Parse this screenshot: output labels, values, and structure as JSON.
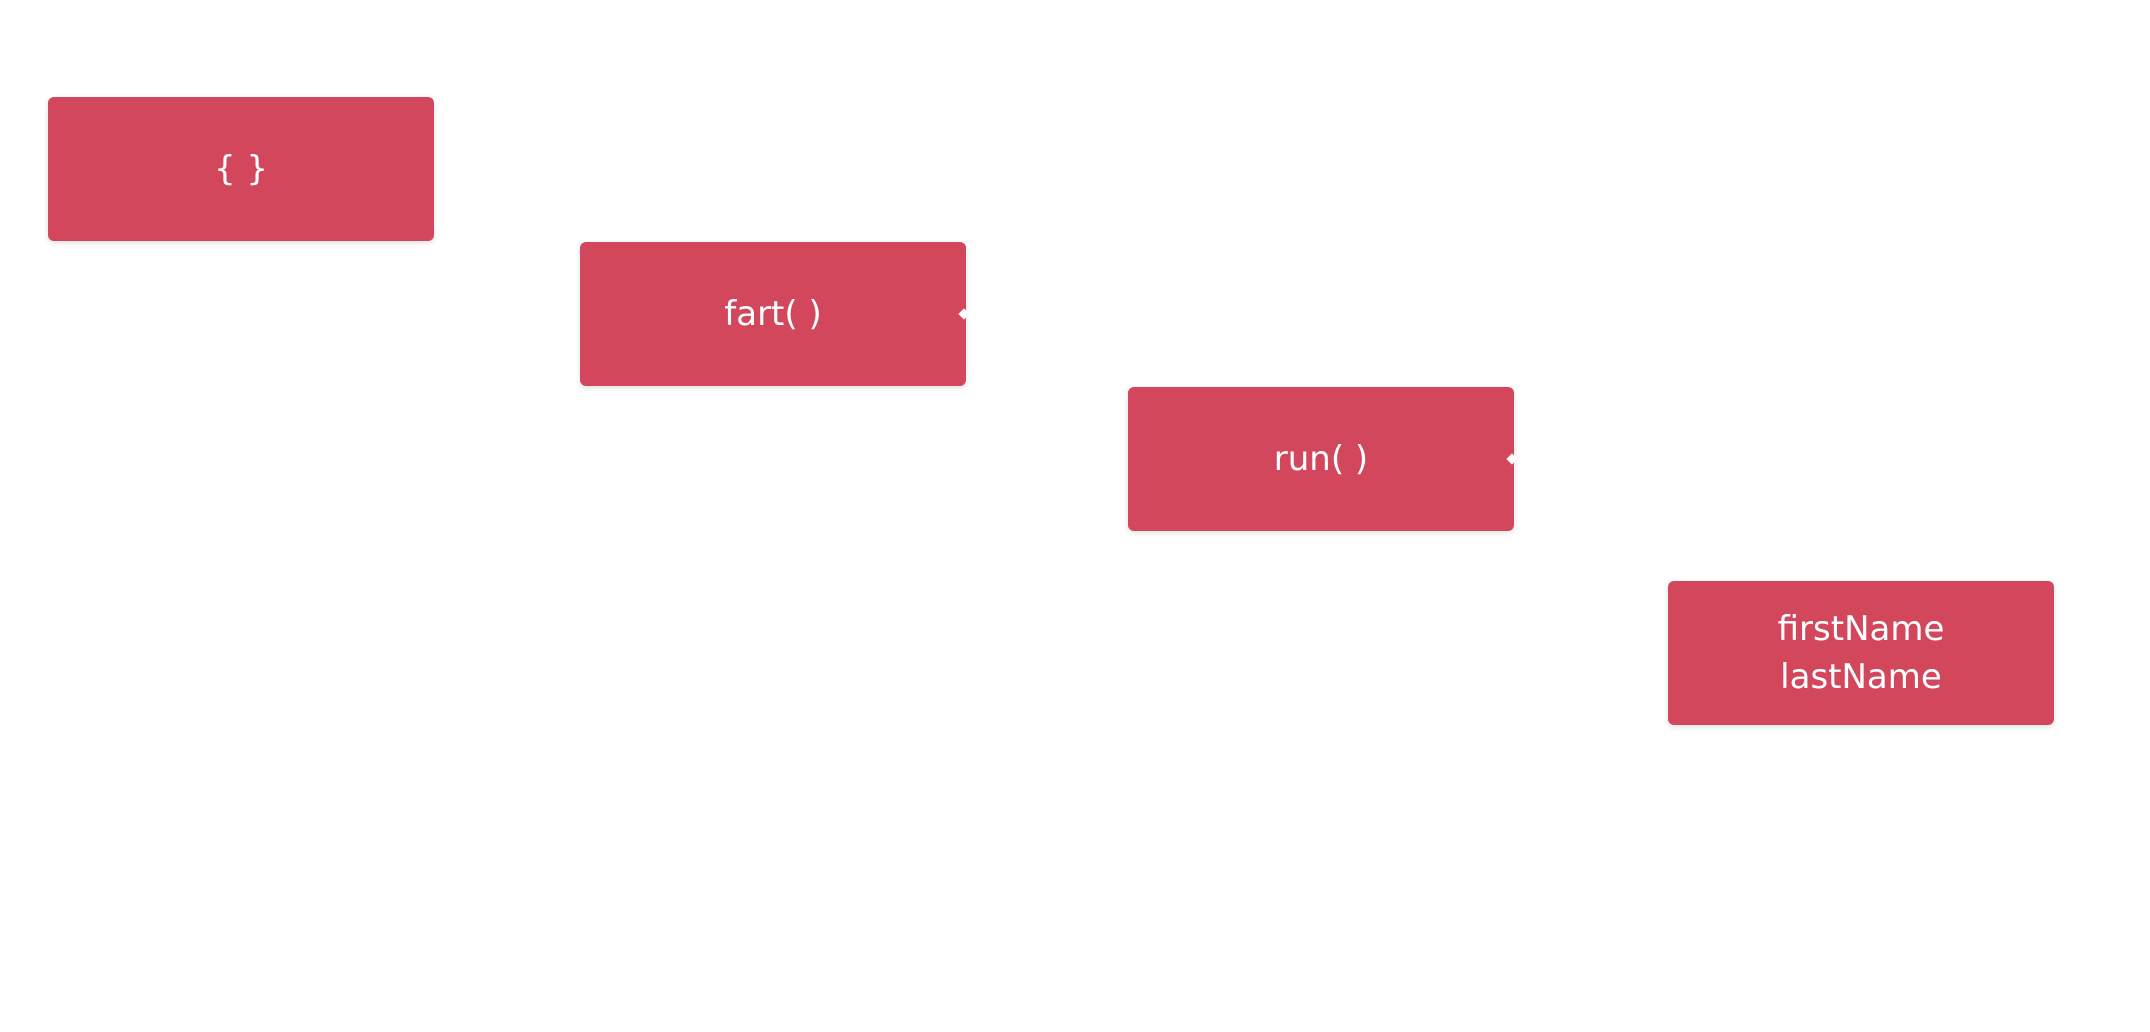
{
  "diagram": {
    "nodes": {
      "object": {
        "label": "{ }"
      },
      "fart": {
        "label": "fart( )"
      },
      "run": {
        "label": "run( )"
      },
      "props": {
        "lines": [
          "firstName",
          "lastName"
        ]
      }
    },
    "colors": {
      "node_fill": "#d3475c",
      "node_text": "#ffffff",
      "background": "#ffffff"
    }
  }
}
